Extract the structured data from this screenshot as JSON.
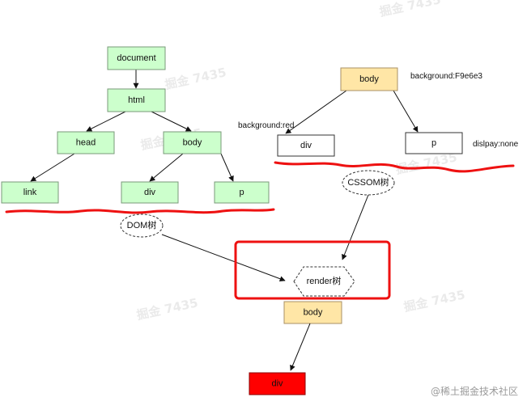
{
  "colors": {
    "dom_node": "#ccffcc",
    "dom_border": "#7a9a7a",
    "body_node": "#ffe6a6",
    "body_border": "#a89066",
    "plain_node": "#ffffff",
    "plain_border": "#333333",
    "div_final": "#ff0000",
    "div_final_border": "#880000",
    "red_line": "#ee1111"
  },
  "dom_tree": {
    "document": "document",
    "html": "html",
    "head": "head",
    "body": "body",
    "link": "link",
    "div": "div",
    "p": "p",
    "label": "DOM树"
  },
  "cssom_tree": {
    "body": "body",
    "body_style": "background:F9e6e3",
    "div": "div",
    "div_style": "background:red",
    "p": "p",
    "p_style": "dislpay:none",
    "label": "CSSOM树"
  },
  "render_tree": {
    "label": "render树",
    "body": "body",
    "div": "div"
  },
  "watermark": {
    "text": "@稀土掘金技术社区",
    "ghost": "掘金 7435"
  }
}
